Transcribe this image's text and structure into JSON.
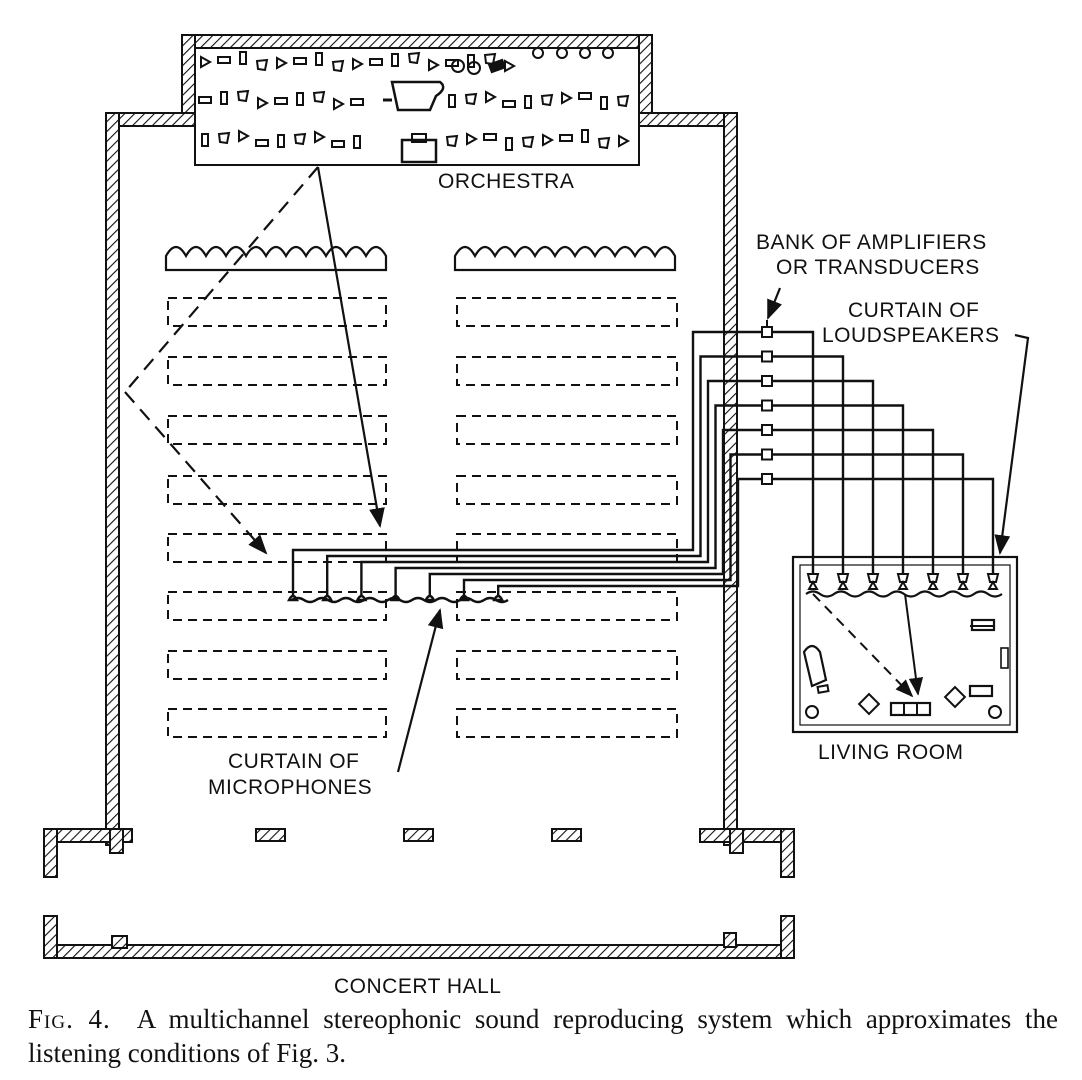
{
  "labels": {
    "orchestra": "ORCHESTRA",
    "bank_line1": "BANK OF AMPLIFIERS",
    "bank_line2": "OR TRANSDUCERS",
    "curtain_ls_line1": "CURTAIN OF",
    "curtain_ls_line2": "LOUDSPEAKERS",
    "curtain_mic_line1": "CURTAIN OF",
    "curtain_mic_line2": "MICROPHONES",
    "living_room": "LIVING ROOM",
    "concert_hall": "CONCERT HALL"
  },
  "caption": {
    "fig_number": "Fig. 4.",
    "text": "A multichannel stereophonic sound reproducing system which approximates the listening conditions of Fig. 3."
  },
  "channel_count": 7
}
